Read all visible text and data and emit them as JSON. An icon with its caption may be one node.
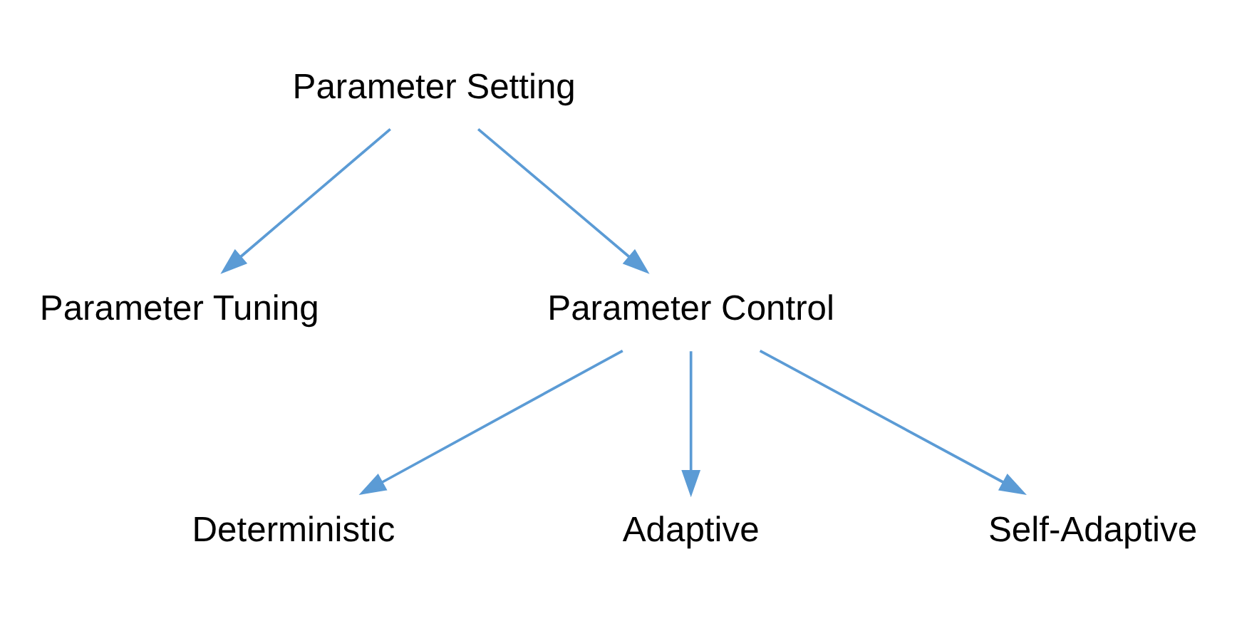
{
  "diagram": {
    "nodes": [
      {
        "text": [
          "Parameter Setting"
        ]
      },
      {
        "text": [
          "Parameter Tuning"
        ]
      },
      {
        "text": [
          "Parameter Control"
        ]
      },
      {
        "text": [
          "Deterministic"
        ]
      },
      {
        "text": [
          "Adaptive"
        ]
      },
      {
        "text": [
          "Self-Adaptive"
        ]
      }
    ],
    "edges": [
      {
        "from": 0,
        "to": 1,
        "arrow": "to"
      },
      {
        "from": 0,
        "to": 2,
        "arrow": "to"
      },
      {
        "from": 2,
        "to": 3,
        "arrow": "to"
      },
      {
        "from": 2,
        "to": 4,
        "arrow": "to"
      },
      {
        "from": 2,
        "to": 5,
        "arrow": "to"
      }
    ]
  }
}
